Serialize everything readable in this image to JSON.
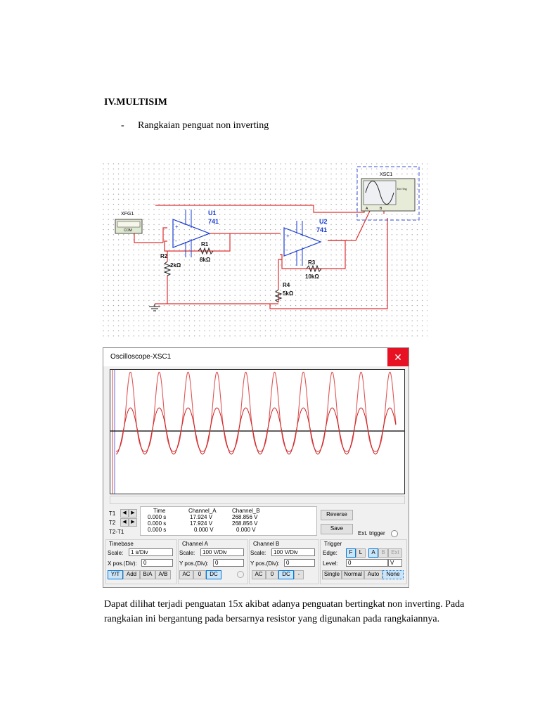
{
  "doc": {
    "heading": "IV.MULTISIM",
    "bullet_dash": "-",
    "bullet_text": "Rangkaian penguat non inverting",
    "paragraph": "Dapat dilihat terjadi penguatan 15x akibat adanya penguatan bertingkat non inverting. Pada rangkaian ini bergantung pada bersarnya resistor yang digunakan pada rangkaiannya."
  },
  "schematic": {
    "generator_label": "XFG1",
    "generator_com": "COM",
    "scope_label": "XSC1",
    "scope_ext": "Ext Trig",
    "u1_name": "U1",
    "u1_type": "741",
    "u2_name": "U2",
    "u2_type": "741",
    "r1_name": "R1",
    "r1_value": "8kΩ",
    "r2_name": "R2",
    "r2_value": "2kΩ",
    "r3_name": "R3",
    "r3_value": "10kΩ",
    "r4_name": "R4",
    "r4_value": "5kΩ",
    "pin_a": "A",
    "pin_b": "B",
    "pin_plus": "+",
    "pin_minus": "-",
    "colors": {
      "wire": "#e03030",
      "component": "#1a3ccf",
      "grid_dot": "#9a9a9a"
    }
  },
  "oscilloscope": {
    "title": "Oscilloscope-XSC1",
    "close_glyph": "✕",
    "trace_colors": {
      "channel_a": "#cc2222",
      "channel_b": "#e05555"
    },
    "readout": {
      "rows": [
        "T1",
        "T2",
        "T2-T1"
      ],
      "headers": [
        "Time",
        "Channel_A",
        "Channel_B"
      ],
      "values": [
        [
          "0.000 s",
          "17.924 V",
          "268.856 V"
        ],
        [
          "0.000 s",
          "17.924 V",
          "268.856 V"
        ],
        [
          "0.000 s",
          "0.000 V",
          "0.000 V"
        ]
      ]
    },
    "reverse_label": "Reverse",
    "save_label": "Save",
    "ext_trigger_label": "Ext. trigger",
    "timebase": {
      "title": "Timebase",
      "scale_label": "Scale:",
      "scale_value": "1 s/Div",
      "xpos_label": "X pos.(Div):",
      "xpos_value": "0",
      "buttons": [
        "Y/T",
        "Add",
        "B/A",
        "A/B"
      ]
    },
    "channel_a": {
      "title": "Channel A",
      "scale_label": "Scale:",
      "scale_value": "100  V/Div",
      "ypos_label": "Y pos.(Div):",
      "ypos_value": "0",
      "buttons": [
        "AC",
        "0",
        "DC"
      ]
    },
    "channel_b": {
      "title": "Channel B",
      "scale_label": "Scale:",
      "scale_value": "100  V/Div",
      "ypos_label": "Y pos.(Div):",
      "ypos_value": "0",
      "buttons": [
        "AC",
        "0",
        "DC",
        "-"
      ]
    },
    "trigger": {
      "title": "Trigger",
      "edge_label": "Edge:",
      "edge_buttons": [
        "F",
        "L",
        "A",
        "B",
        "Ext"
      ],
      "level_label": "Level:",
      "level_value": "0",
      "level_unit": "V",
      "mode_buttons": [
        "Single",
        "Normal",
        "Auto",
        "None"
      ]
    }
  }
}
